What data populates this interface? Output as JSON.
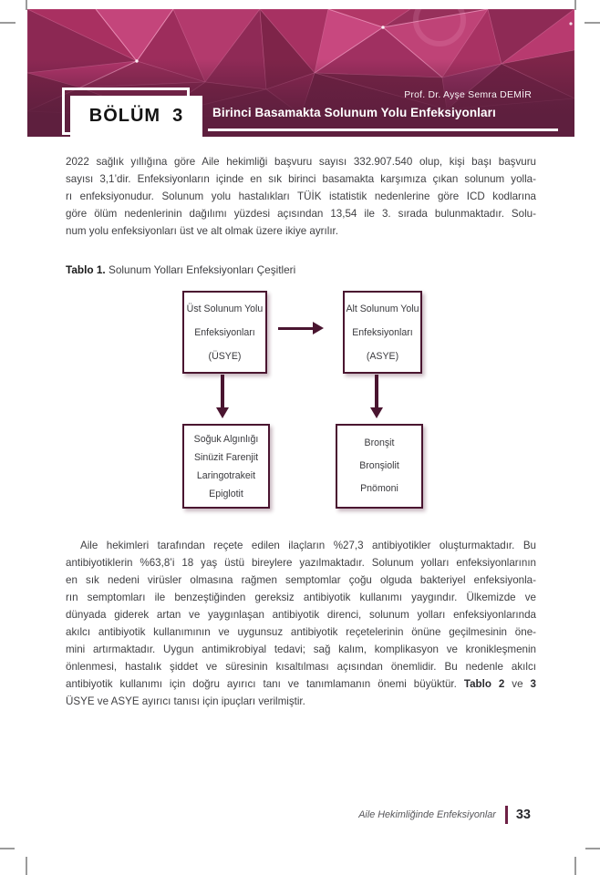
{
  "colors": {
    "band-dark": "#5e1f3e",
    "band-mid": "#7c2450",
    "pattern-pink": "#c2457c",
    "accent-dark": "#4a1530",
    "body-text": "#3f3f42",
    "footer-text": "#56565a",
    "crop-mark": "#9b9b9b"
  },
  "header": {
    "author": "Prof. Dr. Ayşe Semra DEMİR",
    "chapter_word": "BÖLÜM",
    "chapter_number": "3",
    "chapter_title": "Birinci Basamakta Solunum Yolu Enfeksiyonları"
  },
  "paragraph1": {
    "indent_first_line": false,
    "lines": [
      "2022 sağlık yıllığına göre Aile hekimliği başvuru sayısı 332.907.540 olup, kişi başı başvuru",
      "sayısı 3,1’dir. Enfeksiyonların içinde en sık birinci basamakta karşımıza çıkan solunum yolla-",
      "rı enfeksiyonudur. Solunum yolu hastalıkları TÜİK istatistik nedenlerine göre ICD kodlarına",
      "göre ölüm nedenlerinin dağılımı yüzdesi açısından 13,54 ile 3. sırada bulunmaktadır. Solu-",
      "num yolu enfeksiyonları üst ve alt olmak üzere ikiye ayrılır."
    ]
  },
  "table_caption": {
    "label": "Tablo 1.",
    "text": " Solunum Yolları Enfeksiyonları Çeşitleri"
  },
  "flowchart": {
    "usye": {
      "lines": [
        "Üst Solunum Yolu",
        "Enfeksiyonları",
        "(ÜSYE)"
      ]
    },
    "asye": {
      "lines": [
        "Alt Solunum Yolu",
        "Enfeksiyonları",
        "(ASYE)"
      ]
    },
    "usye_types": {
      "lines": [
        "Soğuk Algınlığı",
        "Sinüzit Farenjit",
        "Laringotrakeit",
        "Epiglotit"
      ]
    },
    "asye_types": {
      "lines": [
        "Bronşit",
        "Bronşiolit",
        "Pnömoni"
      ]
    }
  },
  "paragraph2": {
    "indent_first_line": true,
    "lines": [
      "Aile hekimleri tarafından reçete edilen ilaçların %27,3 antibiyotikler oluşturmaktadır. Bu",
      "antibiyotiklerin %63,8’i 18 yaş üstü bireylere yazılmaktadır. Solunum yolları enfeksiyonlarının",
      "en sık nedeni virüsler olmasına rağmen semptomlar çoğu olguda bakteriyel enfeksiyonla-",
      "rın semptomları ile benzeştiğinden gereksiz antibiyotik kullanımı yaygındır. Ülkemizde ve",
      "dünyada giderek artan ve yaygınlaşan antibiyotik direnci, solunum yolları enfeksiyonlarında",
      "akılcı antibiyotik kullanımının ve uygunsuz antibiyotik reçetelerinin önüne geçilmesinin öne-",
      "mini artırmaktadır. Uygun antimikrobiyal tedavi; sağ kalım, komplikasyon ve kronikleşmenin",
      "önlenmesi, hastalık şiddet ve süresinin kısaltılması açısından önemlidir. Bu nedenle akılcı",
      "antibiyotik kullanımı için doğru ayırıcı tanı ve tanımlamanın önemi büyüktür. **Tablo 2** ve **3**",
      "ÜSYE ve ASYE ayırıcı tanısı için ipuçları verilmiştir."
    ]
  },
  "footer": {
    "book_title": "Aile Hekimliğinde Enfeksiyonlar",
    "page_number": "33"
  }
}
